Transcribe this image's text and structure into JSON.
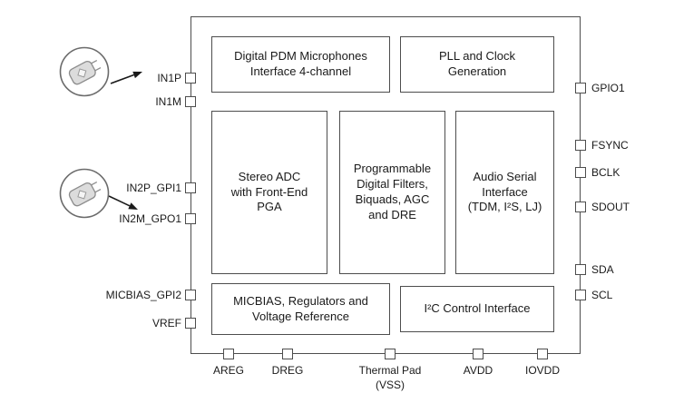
{
  "diagram": {
    "blocks": {
      "pdm": {
        "lines": [
          "Digital PDM Microphones",
          "Interface 4-channel"
        ]
      },
      "pll": {
        "lines": [
          "PLL and Clock",
          "Generation"
        ]
      },
      "adc": {
        "lines": [
          "Stereo ADC",
          "with Front-End",
          "PGA"
        ]
      },
      "filters": {
        "lines": [
          "Programmable",
          "Digital Filters,",
          "Biquads, AGC",
          "and DRE"
        ]
      },
      "asi": {
        "lines": [
          "Audio Serial",
          "Interface",
          "(TDM, I²S, LJ)"
        ]
      },
      "micbias": {
        "lines": [
          "MICBIAS, Regulators and",
          "Voltage Reference"
        ]
      },
      "i2c": {
        "lines": [
          "I²C Control Interface"
        ]
      }
    },
    "pins": {
      "left": [
        {
          "label": "IN1P"
        },
        {
          "label": "IN1M"
        },
        {
          "label": "IN2P_GPI1"
        },
        {
          "label": "IN2M_GPO1"
        },
        {
          "label": "MICBIAS_GPI2"
        },
        {
          "label": "VREF"
        }
      ],
      "right": [
        {
          "label": "GPIO1"
        },
        {
          "label": "FSYNC"
        },
        {
          "label": "BCLK"
        },
        {
          "label": "SDOUT"
        },
        {
          "label": "SDA"
        },
        {
          "label": "SCL"
        }
      ],
      "bottom": [
        {
          "lines": [
            "AREG"
          ]
        },
        {
          "lines": [
            "DREG"
          ]
        },
        {
          "lines": [
            "Thermal Pad",
            "(VSS)"
          ]
        },
        {
          "lines": [
            "AVDD"
          ]
        },
        {
          "lines": [
            "IOVDD"
          ]
        }
      ]
    },
    "icons": {
      "mic1": "microphone-icon",
      "mic2": "microphone-icon",
      "arrow1": "arrow-right-icon",
      "arrow2": "arrow-right-icon"
    },
    "colors": {
      "line": "#4d4d4d",
      "text": "#1a1a1a",
      "mic_fill": "#dcdcdc",
      "background": "#ffffff"
    }
  }
}
